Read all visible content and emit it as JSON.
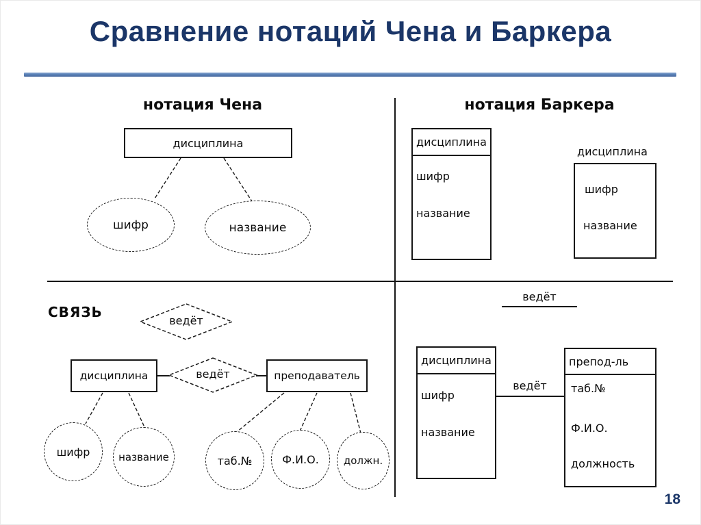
{
  "slide": {
    "title": "Сравнение нотаций Чена и Баркера",
    "page_number": "18"
  },
  "chen": {
    "heading": "нотация Чена",
    "entity_top": "дисциплина",
    "attr_top_1": "шифр",
    "attr_top_2": "название",
    "relation_caption": "СВЯЗЬ",
    "relation_sample": "ведёт",
    "entity_left": "дисциплина",
    "relation": "ведёт",
    "entity_right": "преподаватель",
    "attr_1": "шифр",
    "attr_2": "название",
    "attr_3": "таб.№",
    "attr_4": "Ф.И.О.",
    "attr_5": "должн."
  },
  "barker": {
    "heading": "нотация Баркера",
    "entity_box_a": {
      "header": "дисциплина",
      "attrs": [
        "шифр",
        "название"
      ]
    },
    "entity_box_b": {
      "label": "дисциплина",
      "attrs": [
        "шифр",
        "название"
      ]
    },
    "relation_caption": "ведёт",
    "entity_box_c": {
      "header": "дисциплина",
      "attrs": [
        "шифр",
        "название"
      ]
    },
    "relation": "ведёт",
    "entity_box_d": {
      "header": "препод-ль",
      "attrs": [
        "таб.№",
        "Ф.И.О.",
        "должность"
      ]
    }
  }
}
